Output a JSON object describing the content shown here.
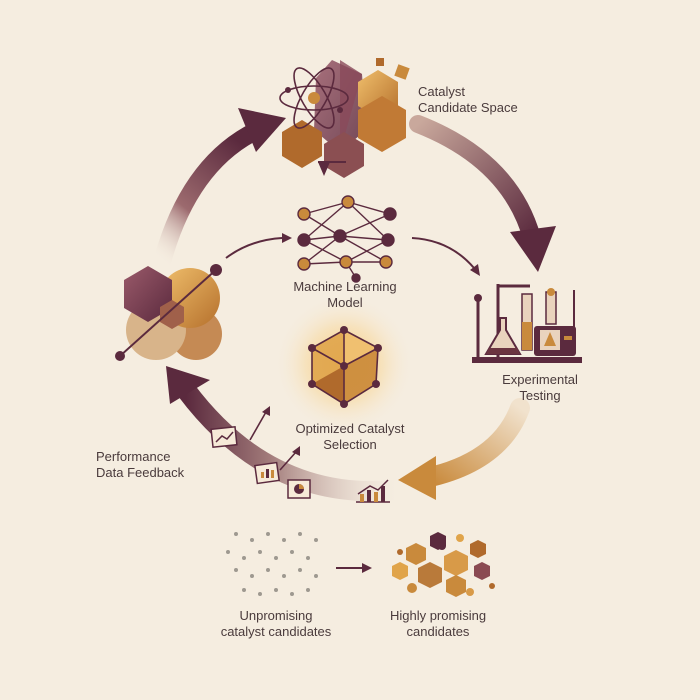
{
  "nodes": {
    "candidate_space": {
      "line1": "Catalyst",
      "line2": "Candidate Space"
    },
    "ml_model": {
      "line1": "Machine Learning",
      "line2": "Model"
    },
    "experimental": {
      "line1": "Experimental",
      "line2": "Testing"
    },
    "optimized": {
      "line1": "Optimized Catalyst",
      "line2": "Selection"
    },
    "feedback": {
      "line1": "Performance",
      "line2": "Data Feedback"
    }
  },
  "bottom": {
    "unpromising": {
      "line1": "Unpromising",
      "line2": "catalyst candidates"
    },
    "promising": {
      "line1": "Highly promising",
      "line2": "candidates"
    }
  },
  "colors": {
    "plum": "#5b2a3e",
    "amber": "#c98a3c",
    "gold": "#e0a44a",
    "tan": "#d8b48a",
    "text": "#4a3b3c"
  }
}
